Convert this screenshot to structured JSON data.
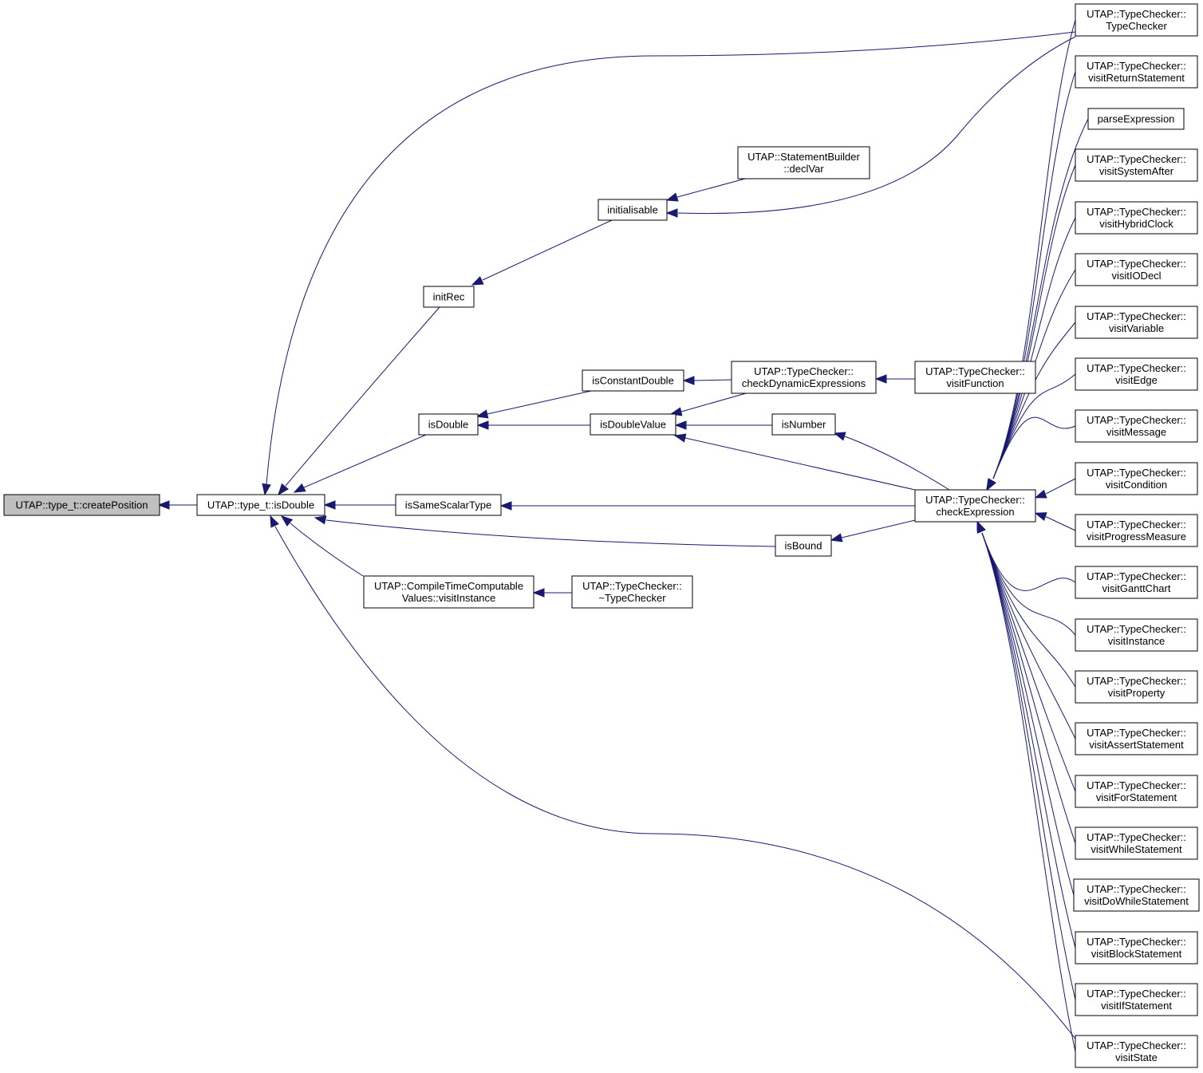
{
  "diagram": {
    "nodes": [
      {
        "id": "createPosition",
        "lines": [
          "UTAP::type_t::createPosition"
        ],
        "highlight": true
      },
      {
        "id": "isDoubleMain",
        "lines": [
          "UTAP::type_t::isDouble"
        ]
      },
      {
        "id": "initRec",
        "lines": [
          "initRec"
        ]
      },
      {
        "id": "initialisable",
        "lines": [
          "initialisable"
        ]
      },
      {
        "id": "declVar",
        "lines": [
          "UTAP::StatementBuilder",
          "::declVar"
        ]
      },
      {
        "id": "isConstantDouble",
        "lines": [
          "isConstantDouble"
        ]
      },
      {
        "id": "isDouble",
        "lines": [
          "isDouble"
        ]
      },
      {
        "id": "isDoubleValue",
        "lines": [
          "isDoubleValue"
        ]
      },
      {
        "id": "checkDynamic",
        "lines": [
          "UTAP::TypeChecker::",
          "checkDynamicExpressions"
        ]
      },
      {
        "id": "visitFunction",
        "lines": [
          "UTAP::TypeChecker::",
          "visitFunction"
        ]
      },
      {
        "id": "isNumber",
        "lines": [
          "isNumber"
        ]
      },
      {
        "id": "isSameScalarType",
        "lines": [
          "isSameScalarType"
        ]
      },
      {
        "id": "isBound",
        "lines": [
          "isBound"
        ]
      },
      {
        "id": "ctcvVisitInstance",
        "lines": [
          "UTAP::CompileTimeComputable",
          "Values::visitInstance"
        ]
      },
      {
        "id": "dtorTypeChecker",
        "lines": [
          "UTAP::TypeChecker::",
          "~TypeChecker"
        ]
      },
      {
        "id": "checkExpression",
        "lines": [
          "UTAP::TypeChecker::",
          "checkExpression"
        ]
      },
      {
        "id": "ctorTypeChecker",
        "lines": [
          "UTAP::TypeChecker::",
          "TypeChecker"
        ]
      },
      {
        "id": "visitReturnStatement",
        "lines": [
          "UTAP::TypeChecker::",
          "visitReturnStatement"
        ]
      },
      {
        "id": "parseExpression",
        "lines": [
          "parseExpression"
        ]
      },
      {
        "id": "visitSystemAfter",
        "lines": [
          "UTAP::TypeChecker::",
          "visitSystemAfter"
        ]
      },
      {
        "id": "visitHybridClock",
        "lines": [
          "UTAP::TypeChecker::",
          "visitHybridClock"
        ]
      },
      {
        "id": "visitIODecl",
        "lines": [
          "UTAP::TypeChecker::",
          "visitIODecl"
        ]
      },
      {
        "id": "visitVariable",
        "lines": [
          "UTAP::TypeChecker::",
          "visitVariable"
        ]
      },
      {
        "id": "visitEdge",
        "lines": [
          "UTAP::TypeChecker::",
          "visitEdge"
        ]
      },
      {
        "id": "visitMessage",
        "lines": [
          "UTAP::TypeChecker::",
          "visitMessage"
        ]
      },
      {
        "id": "visitCondition",
        "lines": [
          "UTAP::TypeChecker::",
          "visitCondition"
        ]
      },
      {
        "id": "visitProgressMeasure",
        "lines": [
          "UTAP::TypeChecker::",
          "visitProgressMeasure"
        ]
      },
      {
        "id": "visitGanttChart",
        "lines": [
          "UTAP::TypeChecker::",
          "visitGanttChart"
        ]
      },
      {
        "id": "visitInstance",
        "lines": [
          "UTAP::TypeChecker::",
          "visitInstance"
        ]
      },
      {
        "id": "visitProperty",
        "lines": [
          "UTAP::TypeChecker::",
          "visitProperty"
        ]
      },
      {
        "id": "visitAssertStatement",
        "lines": [
          "UTAP::TypeChecker::",
          "visitAssertStatement"
        ]
      },
      {
        "id": "visitForStatement",
        "lines": [
          "UTAP::TypeChecker::",
          "visitForStatement"
        ]
      },
      {
        "id": "visitWhileStatement",
        "lines": [
          "UTAP::TypeChecker::",
          "visitWhileStatement"
        ]
      },
      {
        "id": "visitDoWhileStatement",
        "lines": [
          "UTAP::TypeChecker::",
          "visitDoWhileStatement"
        ]
      },
      {
        "id": "visitBlockStatement",
        "lines": [
          "UTAP::TypeChecker::",
          "visitBlockStatement"
        ]
      },
      {
        "id": "visitIfStatement",
        "lines": [
          "UTAP::TypeChecker::",
          "visitIfStatement"
        ]
      },
      {
        "id": "visitState",
        "lines": [
          "UTAP::TypeChecker::",
          "visitState"
        ]
      }
    ],
    "edges": [
      {
        "from": "isDoubleMain",
        "to": "createPosition"
      },
      {
        "from": "initRec",
        "to": "isDoubleMain"
      },
      {
        "from": "isDouble",
        "to": "isDoubleMain"
      },
      {
        "from": "isSameScalarType",
        "to": "isDoubleMain"
      },
      {
        "from": "isBound",
        "to": "isDoubleMain"
      },
      {
        "from": "ctcvVisitInstance",
        "to": "isDoubleMain"
      },
      {
        "from": "ctorTypeChecker",
        "to": "isDoubleMain"
      },
      {
        "from": "visitState",
        "to": "isDoubleMain"
      },
      {
        "from": "initialisable",
        "to": "initRec"
      },
      {
        "from": "declVar",
        "to": "initialisable"
      },
      {
        "from": "ctorTypeChecker",
        "to": "initialisable"
      },
      {
        "from": "isConstantDouble",
        "to": "isDouble"
      },
      {
        "from": "isDoubleValue",
        "to": "isDouble"
      },
      {
        "from": "checkDynamic",
        "to": "isConstantDouble"
      },
      {
        "from": "checkDynamic",
        "to": "isDoubleValue"
      },
      {
        "from": "isNumber",
        "to": "isDoubleValue"
      },
      {
        "from": "checkExpression",
        "to": "isDoubleValue"
      },
      {
        "from": "visitFunction",
        "to": "checkDynamic"
      },
      {
        "from": "checkExpression",
        "to": "isNumber"
      },
      {
        "from": "checkExpression",
        "to": "isSameScalarType"
      },
      {
        "from": "checkExpression",
        "to": "isBound"
      },
      {
        "from": "dtorTypeChecker",
        "to": "ctcvVisitInstance"
      },
      {
        "from": "ctorTypeChecker",
        "to": "checkExpression"
      },
      {
        "from": "visitReturnStatement",
        "to": "checkExpression"
      },
      {
        "from": "parseExpression",
        "to": "checkExpression"
      },
      {
        "from": "visitSystemAfter",
        "to": "checkExpression"
      },
      {
        "from": "visitHybridClock",
        "to": "checkExpression"
      },
      {
        "from": "visitIODecl",
        "to": "checkExpression"
      },
      {
        "from": "visitVariable",
        "to": "checkExpression"
      },
      {
        "from": "visitEdge",
        "to": "checkExpression"
      },
      {
        "from": "visitMessage",
        "to": "checkExpression"
      },
      {
        "from": "visitCondition",
        "to": "checkExpression"
      },
      {
        "from": "visitProgressMeasure",
        "to": "checkExpression"
      },
      {
        "from": "visitGanttChart",
        "to": "checkExpression"
      },
      {
        "from": "visitInstance",
        "to": "checkExpression"
      },
      {
        "from": "visitProperty",
        "to": "checkExpression"
      },
      {
        "from": "visitAssertStatement",
        "to": "checkExpression"
      },
      {
        "from": "visitForStatement",
        "to": "checkExpression"
      },
      {
        "from": "visitWhileStatement",
        "to": "checkExpression"
      },
      {
        "from": "visitDoWhileStatement",
        "to": "checkExpression"
      },
      {
        "from": "visitBlockStatement",
        "to": "checkExpression"
      },
      {
        "from": "visitIfStatement",
        "to": "checkExpression"
      },
      {
        "from": "visitState",
        "to": "checkExpression"
      }
    ],
    "colors": {
      "edge": "#191970",
      "node_border": "#000000",
      "node_fill": "#ffffff",
      "highlight_fill": "#bfbfbf"
    }
  }
}
